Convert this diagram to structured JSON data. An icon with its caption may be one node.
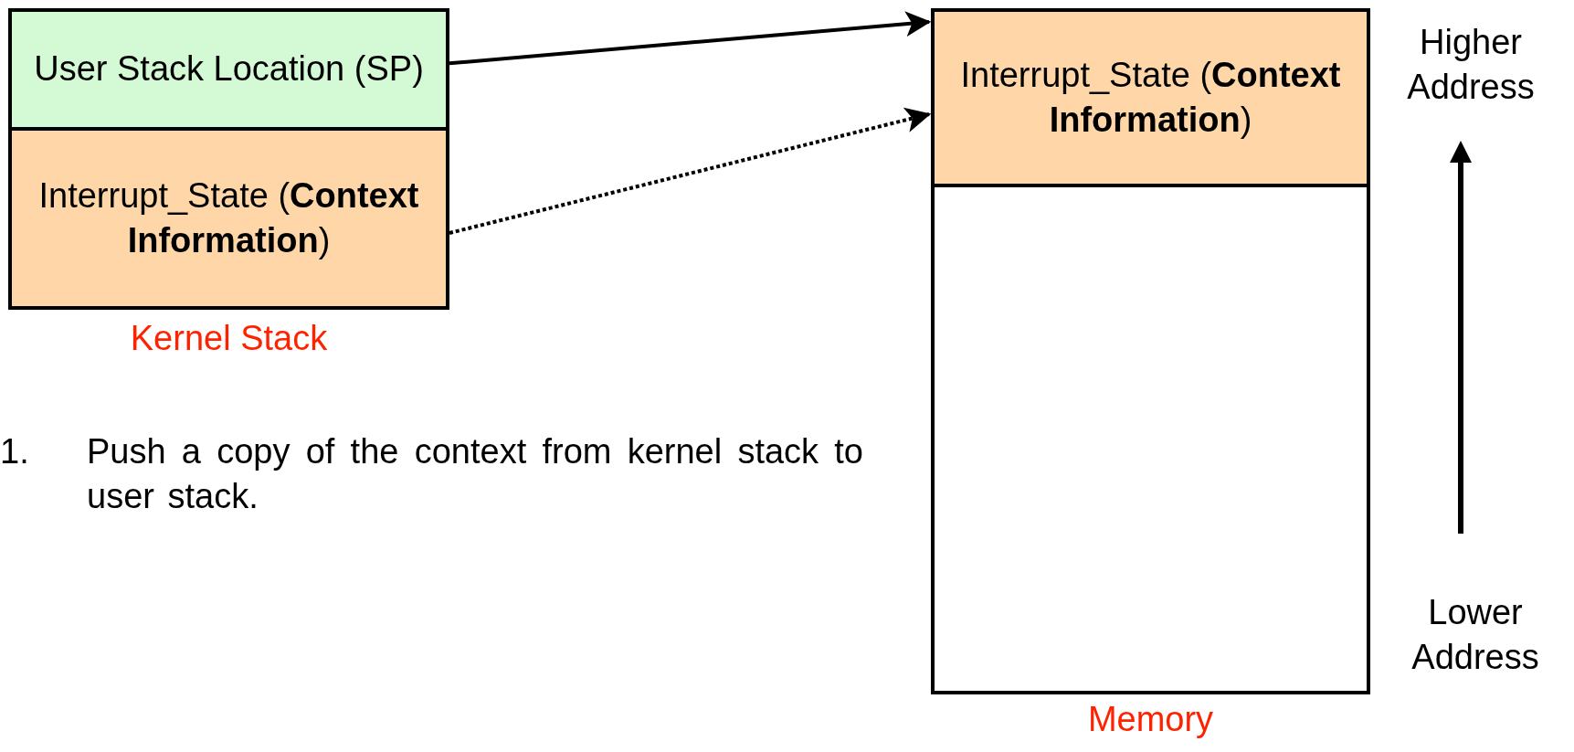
{
  "diagram": {
    "nodes": [
      {
        "text": [
          "Kernel Stack"
        ]
      },
      {
        "text": [
          "User Stack Location (SP)"
        ],
        "in": 0
      },
      {
        "text": [
          "Interrupt_State (**Context Information**)"
        ],
        "in": 0
      },
      {
        "text": [
          "Memory"
        ]
      },
      {
        "text": [
          "Interrupt_State (**Context Information**)"
        ],
        "in": 3
      }
    ],
    "edges": [
      {
        "from": 1,
        "to": 4,
        "arrow": "to"
      },
      {
        "from": 2,
        "to": 4,
        "arrow": "to",
        "style": "dashed"
      }
    ],
    "labels": [
      "Higher Address",
      "Lower Address",
      "1.",
      "Push a copy of the context from kernel stack to user stack."
    ]
  }
}
